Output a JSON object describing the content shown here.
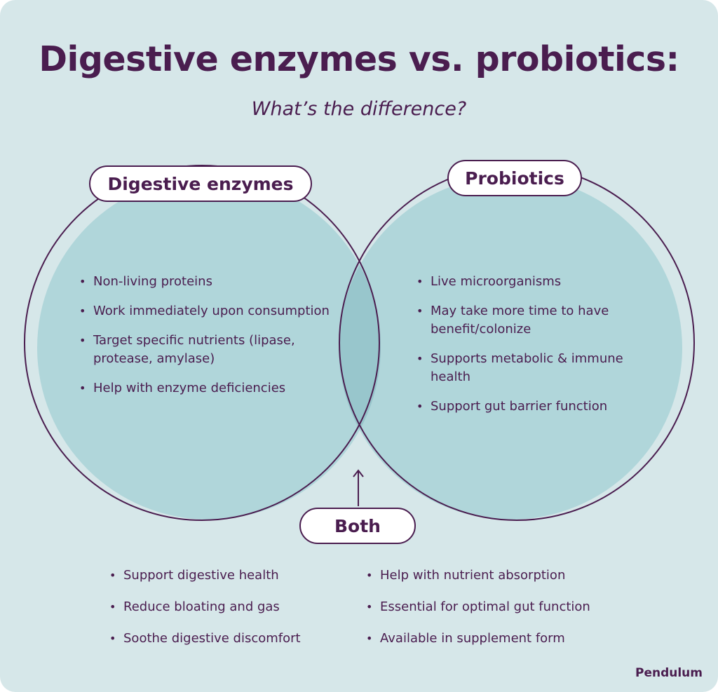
{
  "title": "Digestive enzymes vs. probiotics:",
  "subtitle": "What’s the difference?",
  "colors": {
    "background": "#d6e7e9",
    "circle_fill": "#b0d6da",
    "overlap_fill": "#98c6cc",
    "outline": "#4a1d4f",
    "text": "#4a1d4f"
  },
  "enzymes": {
    "label": "Digestive enzymes",
    "items": [
      "Non-living proteins",
      "Work immediately upon consumption",
      "Target specific nutrients (lipase, protease, amylase)",
      "Help with enzyme deficiencies"
    ]
  },
  "probiotics": {
    "label": "Probiotics",
    "items": [
      "Live microorganisms",
      "May take more time to have benefit/colonize",
      "Supports metabolic & immune health",
      "Support gut barrier function"
    ]
  },
  "both": {
    "label": "Both",
    "column1": [
      "Support digestive health",
      "Reduce bloating and gas",
      "Soothe digestive discomfort"
    ],
    "column2": [
      "Help with nutrient absorption",
      "Essential for optimal gut function",
      "Available in supplement form"
    ]
  },
  "brand": "Pendulum"
}
